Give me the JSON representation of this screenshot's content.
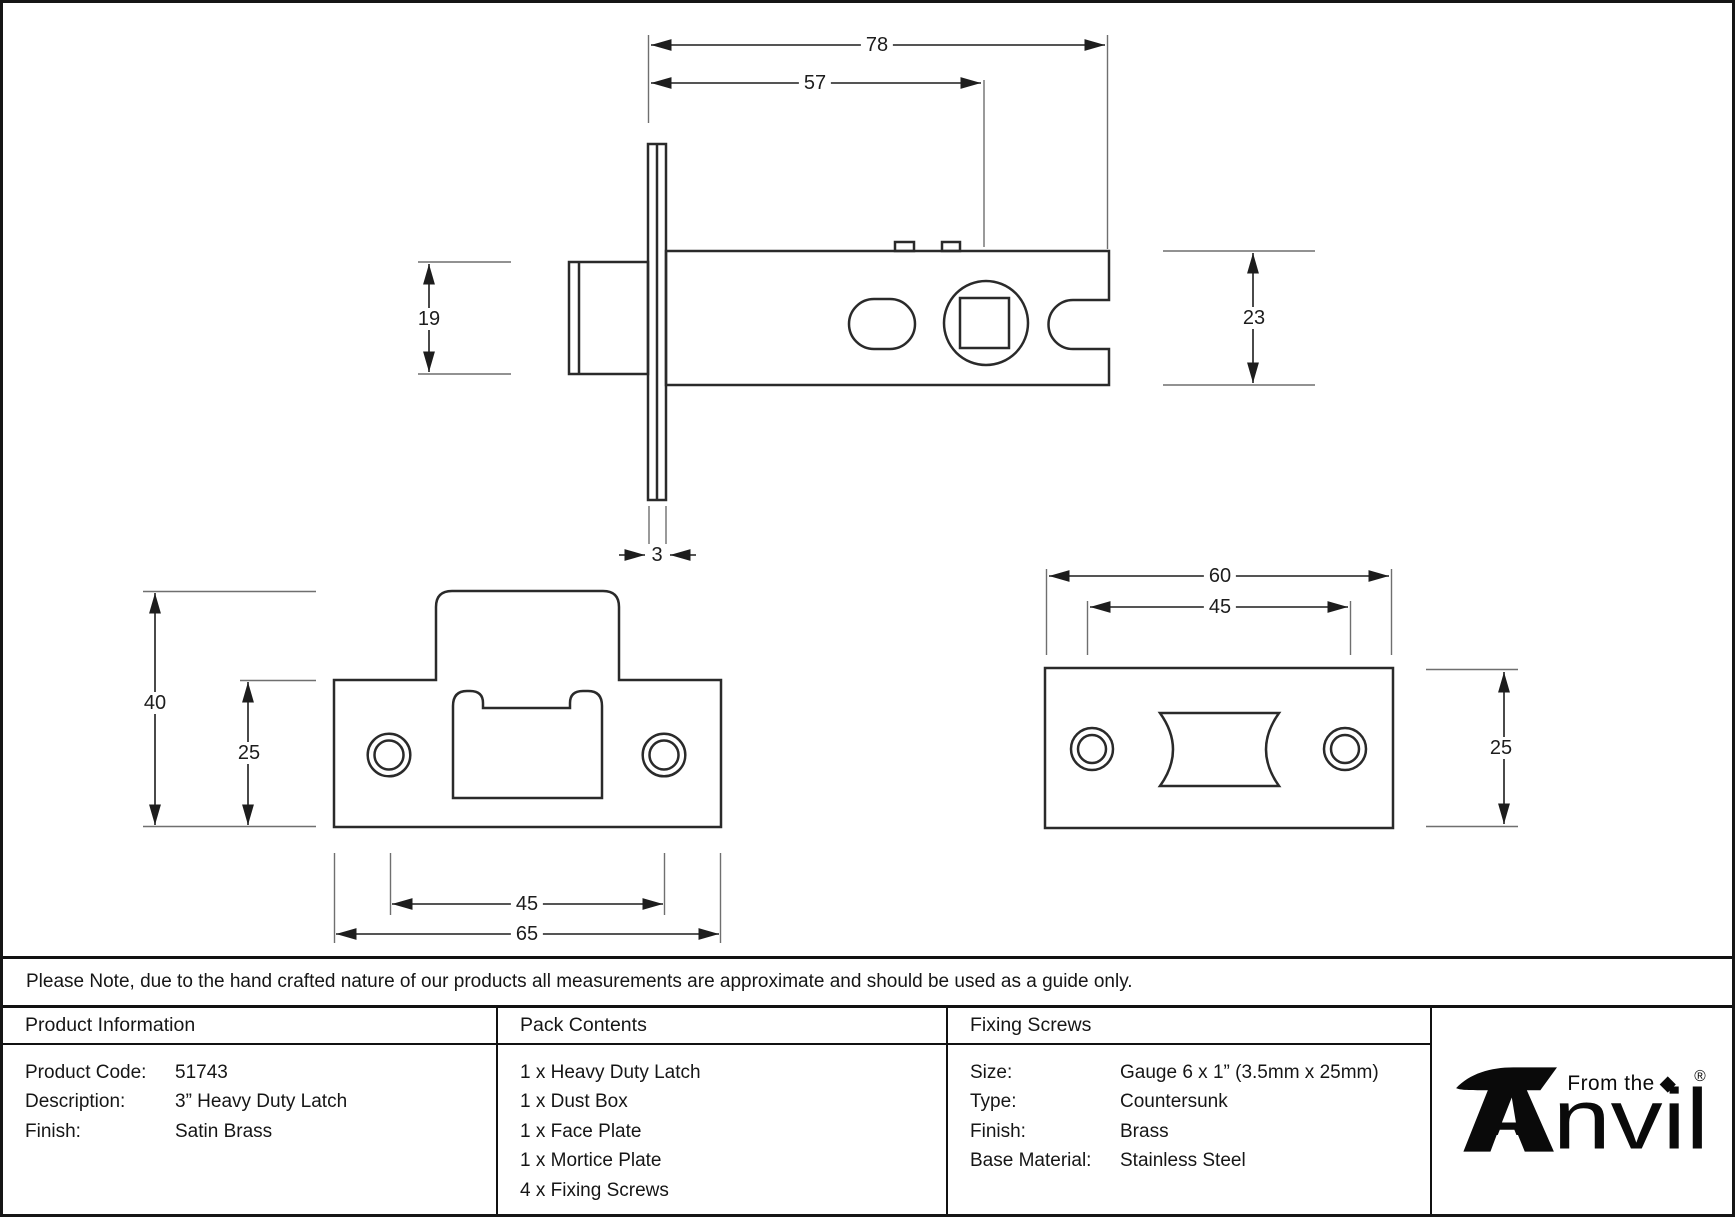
{
  "note": "Please Note, due to the hand crafted nature of our products all measurements are approximate and should be used as a guide only.",
  "drawings": {
    "latch_side_view": {
      "overall_length": "78",
      "backset": "57",
      "bolt_height": "19",
      "case_height": "23",
      "faceplate_thickness": "3"
    },
    "face_plate": {
      "height": "40",
      "aperture_height": "25",
      "hole_spacing": "45",
      "length": "65"
    },
    "mortice_plate": {
      "length": "60",
      "hole_spacing": "45",
      "height": "25"
    }
  },
  "table": {
    "product_information": {
      "header": "Product Information",
      "rows": [
        {
          "label": "Product Code:",
          "value": "51743"
        },
        {
          "label": "Description:",
          "value": "3” Heavy Duty Latch"
        },
        {
          "label": "Finish:",
          "value": "Satin Brass"
        }
      ]
    },
    "pack_contents": {
      "header": "Pack Contents",
      "items": [
        "1 x Heavy Duty Latch",
        "1 x Dust Box",
        "1 x Face Plate",
        "1 x Mortice Plate",
        "4 x Fixing Screws"
      ]
    },
    "fixing_screws": {
      "header": "Fixing Screws",
      "rows": [
        {
          "label": "Size:",
          "value": "Gauge 6 x 1” (3.5mm x 25mm)"
        },
        {
          "label": "Type:",
          "value": "Countersunk"
        },
        {
          "label": "Finish:",
          "value": "Brass"
        },
        {
          "label": "Base Material:",
          "value": "Stainless Steel"
        }
      ]
    }
  },
  "logo": {
    "from_the": "From the",
    "anvil_text": "nvil",
    "registered": "®"
  }
}
